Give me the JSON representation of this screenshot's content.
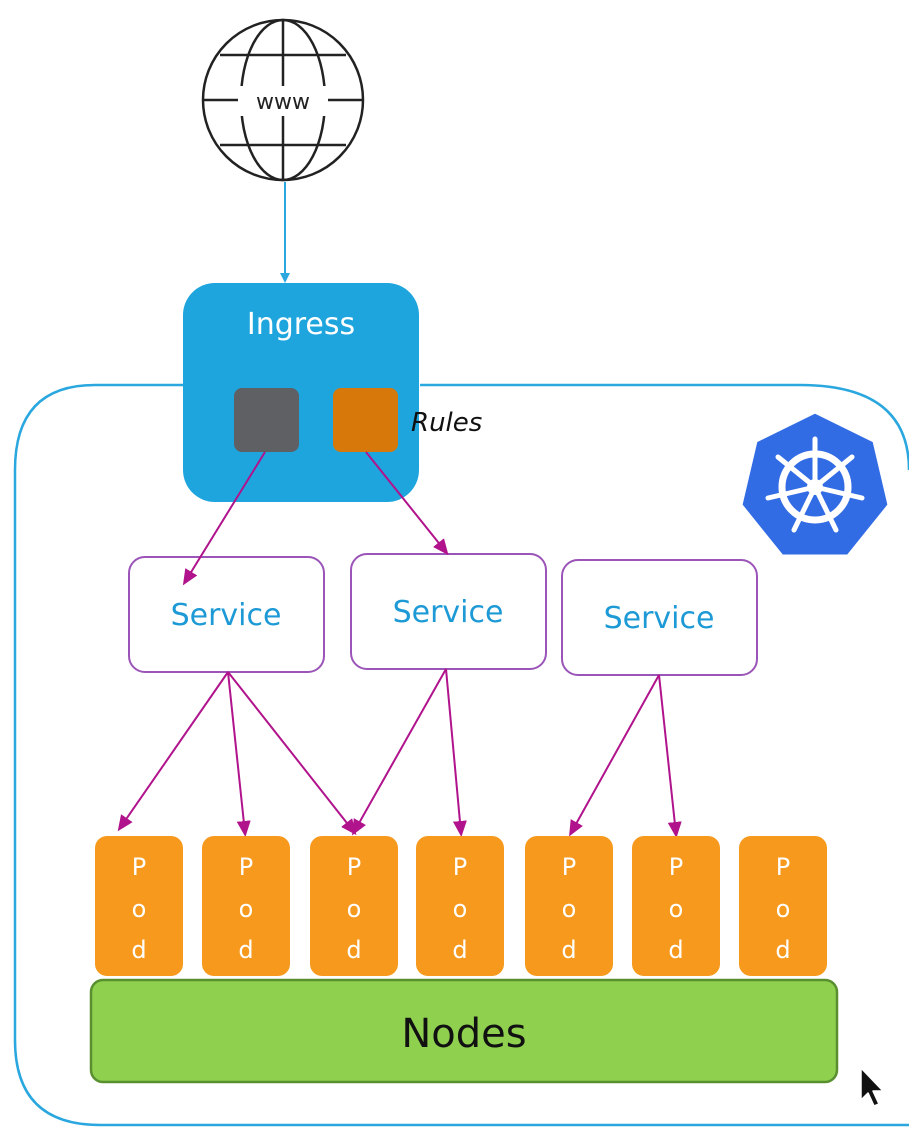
{
  "globe": {
    "label": "www"
  },
  "ingress": {
    "label": "Ingress",
    "rules_label": "Rules"
  },
  "services": [
    {
      "label": "Service"
    },
    {
      "label": "Service"
    },
    {
      "label": "Service"
    }
  ],
  "pods": [
    {
      "label": [
        "P",
        "o",
        "d"
      ]
    },
    {
      "label": [
        "P",
        "o",
        "d"
      ]
    },
    {
      "label": [
        "P",
        "o",
        "d"
      ]
    },
    {
      "label": [
        "P",
        "o",
        "d"
      ]
    },
    {
      "label": [
        "P",
        "o",
        "d"
      ]
    },
    {
      "label": [
        "P",
        "o",
        "d"
      ]
    },
    {
      "label": [
        "P",
        "o",
        "d"
      ]
    }
  ],
  "nodes": {
    "label": "Nodes"
  },
  "colors": {
    "cluster_border": "#29a7de",
    "ingress": "#1fa5de",
    "rule_gray": "#5f6064",
    "rule_orange": "#d6780a",
    "service_border": "#9b55b8",
    "service_text": "#1d9ad6",
    "edge": "#b0138c",
    "pod": "#f7991d",
    "nodes": "#8fd14f",
    "nodes_border": "#5a8f2f",
    "k8s": "#326ce5"
  }
}
